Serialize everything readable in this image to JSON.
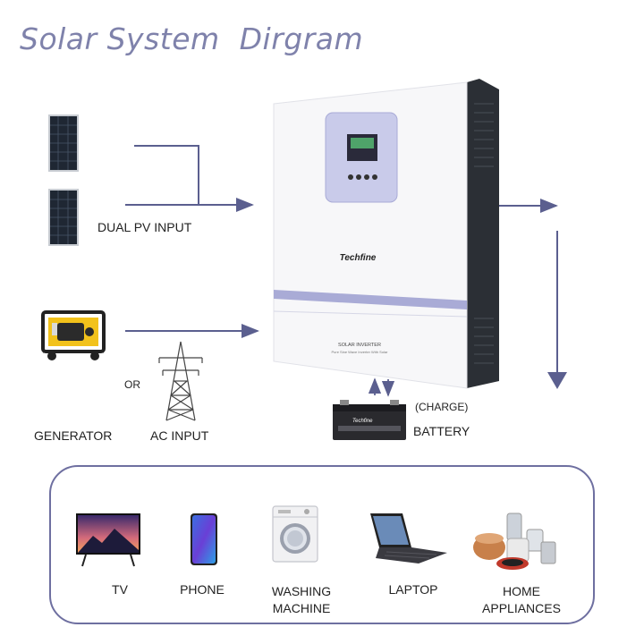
{
  "title": "Solar System  Dirgram",
  "labels": {
    "dual_pv_input": "DUAL PV INPUT",
    "or": "OR",
    "generator": "GENERATOR",
    "ac_input": "AC INPUT",
    "charge": "(CHARGE)",
    "battery": "BATTERY"
  },
  "inverter": {
    "brand": "Techfine",
    "model_label": "SOLAR INVERTER",
    "model_sub": "Pure Sine Wave Inverter With Solar"
  },
  "battery_brand": "Techfine",
  "appliances": [
    {
      "label": "TV"
    },
    {
      "label": "PHONE"
    },
    {
      "label": "WASHING\nMACHINE"
    },
    {
      "label": "LAPTOP"
    },
    {
      "label": "HOME\nAPPLIANCES"
    }
  ],
  "colors": {
    "title": "#7f82ab",
    "arrow": "#5b5f8f",
    "box_border": "#6e6fa0",
    "inverter_accent": "#a9abd6"
  }
}
